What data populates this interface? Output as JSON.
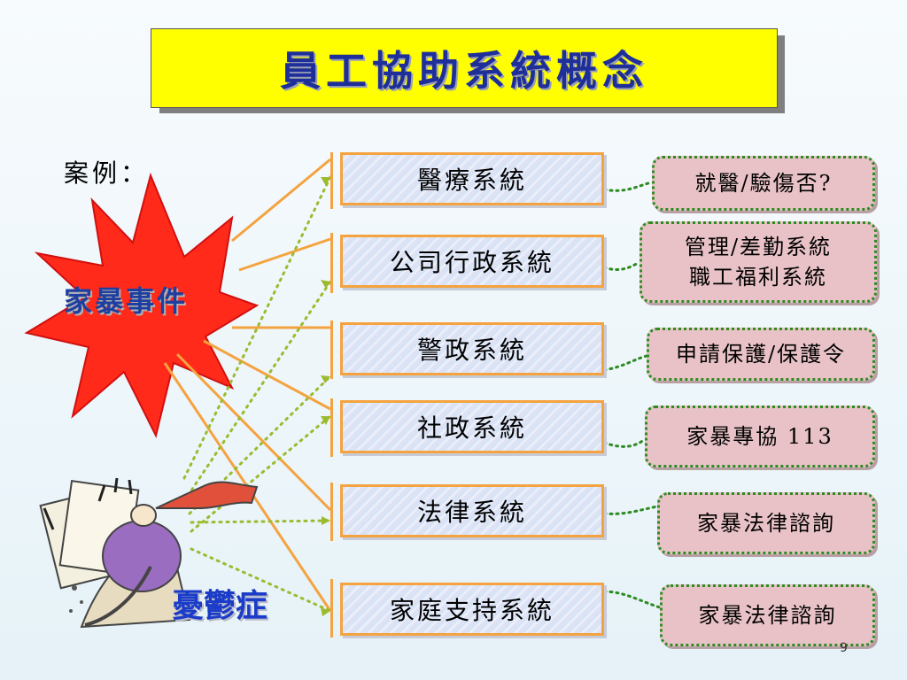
{
  "title": "員工協助系統概念",
  "case_label": "案例：",
  "incident": "家暴事件",
  "condition": "憂鬱症",
  "systems": [
    "醫療系統",
    "公司行政系統",
    "警政系統",
    "社政系統",
    "法律系統",
    "家庭支持系統"
  ],
  "notes": [
    {
      "line1": "就醫/驗傷否?",
      "line2": ""
    },
    {
      "line1": "管理/差勤系統",
      "line2": "職工福利系統"
    },
    {
      "line1": "申請保護/保護令",
      "line2": ""
    },
    {
      "line1": "家暴專協 113",
      "line2": ""
    },
    {
      "line1": "家暴法律諮詢",
      "line2": ""
    },
    {
      "line1": "家暴法律諮詢",
      "line2": ""
    }
  ],
  "page_number": "9",
  "colors": {
    "title_bg": "#ffff00",
    "title_text": "#1f2f9a",
    "burst": "#ff2a1a",
    "orange_line": "#f4a340",
    "dotted_line": "#9bbb2f",
    "note_bg": "#e8c2c6",
    "note_border": "#2e8b22"
  },
  "icons": [
    "explosion-burst-icon",
    "distressed-person-clipart"
  ]
}
